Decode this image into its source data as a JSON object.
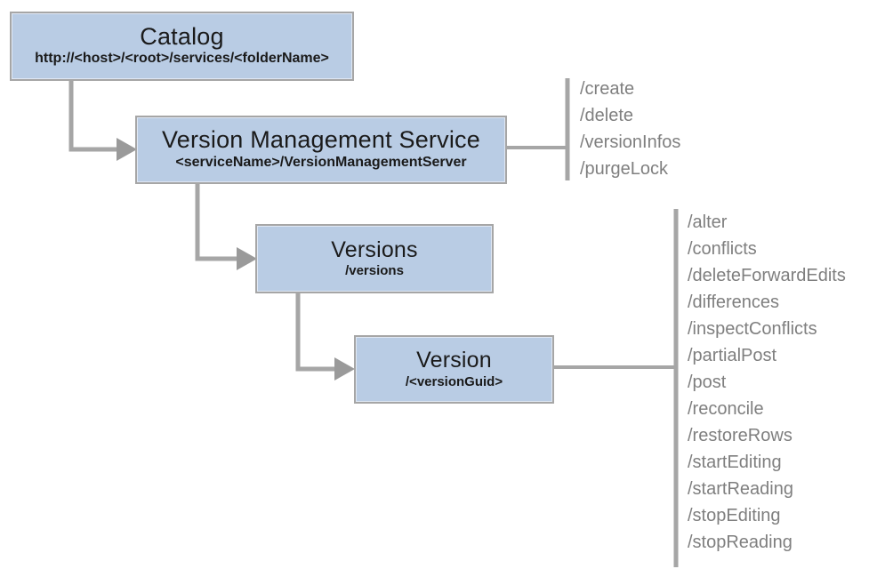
{
  "colors": {
    "box-fill": "#b9cce4",
    "box-border": "#a6a6a6",
    "connector": "#a6a6a6",
    "arrow": "#9a9a9a",
    "endpoint-text": "#7f7f7f",
    "title-text": "#1a1a1a"
  },
  "nodes": {
    "catalog": {
      "title": "Catalog",
      "subtitle": "http://<host>/<root>/services/<folderName>"
    },
    "vms": {
      "title": "Version Management Service",
      "subtitle": "<serviceName>/VersionManagementServer"
    },
    "versions": {
      "title": "Versions",
      "subtitle": "/versions"
    },
    "version": {
      "title": "Version",
      "subtitle": "/<versionGuid>"
    }
  },
  "endpoints": {
    "vms": [
      "/create",
      "/delete",
      "/versionInfos",
      "/purgeLock"
    ],
    "version": [
      "/alter",
      "/conflicts",
      "/deleteForwardEdits",
      "/differences",
      "/inspectConflicts",
      "/partialPost",
      "/post",
      "/reconcile",
      "/restoreRows",
      "/startEditing",
      "/startReading",
      "/stopEditing",
      "/stopReading"
    ]
  }
}
